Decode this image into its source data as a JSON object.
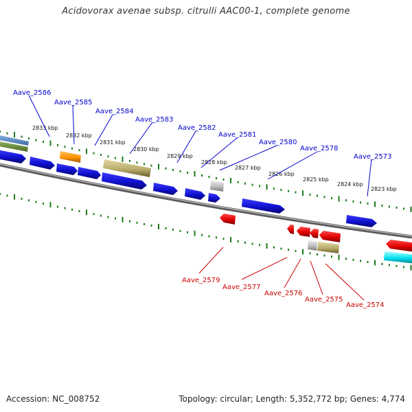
{
  "title": "Acidovorax avenae subsp. citrulli AAC00-1, complete genome",
  "footer": {
    "accession": "Accession: NC_008752",
    "summary": "Topology: circular; Length: 5,352,772 bp; Genes: 4,774"
  },
  "colors": {
    "forward_gene": "#1010d0",
    "reverse_gene": "#e00000",
    "tick": "#1a7a1a",
    "backbone": "#808080",
    "forward_label": "#0000cc",
    "reverse_label": "#cc0000"
  },
  "scale_labels": [
    "2833 kbp",
    "2832 kbp",
    "2831 kbp",
    "2830 kbp",
    "2829 kbp",
    "2828 kbp",
    "2827 kbp",
    "2826 kbp",
    "2825 kbp",
    "2824 kbp",
    "2823 kbp"
  ],
  "forward_genes": [
    "Aave_2586",
    "Aave_2585",
    "Aave_2584",
    "Aave_2583",
    "Aave_2582",
    "Aave_2581",
    "Aave_2580",
    "Aave_2578",
    "Aave_2573"
  ],
  "reverse_genes": [
    "Aave_2579",
    "Aave_2577",
    "Aave_2576",
    "Aave_2575",
    "Aave_2574"
  ]
}
